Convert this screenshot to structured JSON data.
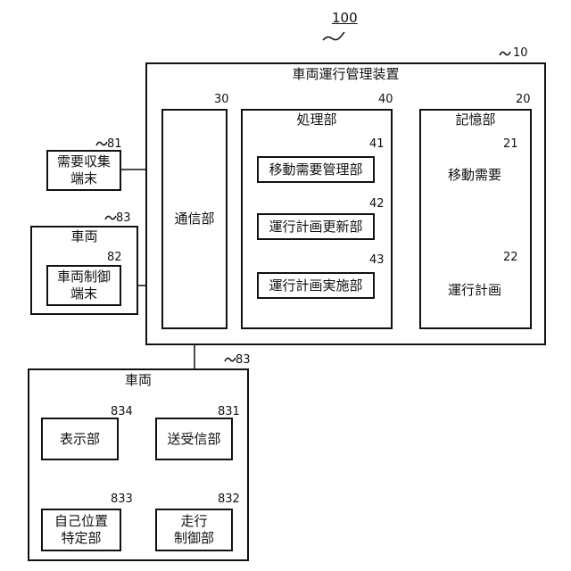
{
  "system_ref": "100",
  "device": {
    "ref": "10",
    "title": "車両運行管理装置"
  },
  "comm": {
    "ref": "30",
    "label": "通信部"
  },
  "processing": {
    "ref": "40",
    "title": "処理部"
  },
  "storage": {
    "ref": "20",
    "title": "記憶部"
  },
  "demand_mgmt": {
    "ref": "41",
    "label": "移動需要管理部"
  },
  "plan_update": {
    "ref": "42",
    "label": "運行計画更新部"
  },
  "plan_exec": {
    "ref": "43",
    "label": "運行計画実施部"
  },
  "demand_db": {
    "ref": "21",
    "label": "移動需要"
  },
  "plan_db": {
    "ref": "22",
    "label": "運行計画"
  },
  "demand_terminal": {
    "ref": "81",
    "line1": "需要収集",
    "line2": "端末"
  },
  "vehicle_top": {
    "ref": "83",
    "title": "車両"
  },
  "vehicle_terminal": {
    "ref": "82",
    "line1": "車両制御",
    "line2": "端末"
  },
  "vehicle_bottom": {
    "ref": "83",
    "title": "車両"
  },
  "transceiver": {
    "ref": "831",
    "label": "送受信部"
  },
  "display": {
    "ref": "834",
    "label": "表示部"
  },
  "position": {
    "ref": "833",
    "line1": "自己位置",
    "line2": "特定部"
  },
  "travel": {
    "ref": "832",
    "line1": "走行",
    "line2": "制御部"
  }
}
